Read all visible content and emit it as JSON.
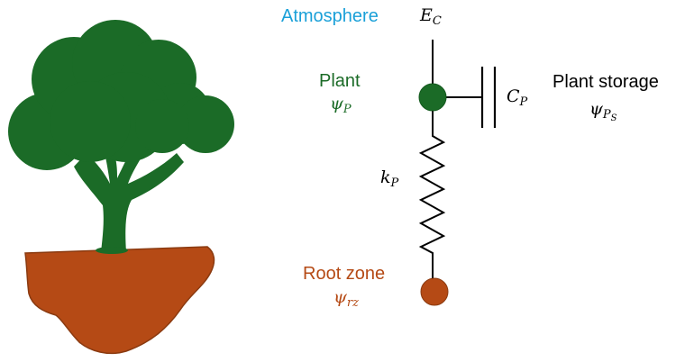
{
  "colors": {
    "atmosphere": "#1aa0d8",
    "plant": "#1b6b27",
    "root": "#b54a15",
    "soil_outline": "#8a3a10",
    "wire": "#000000"
  },
  "labels": {
    "atmosphere": "Atmosphere",
    "plant": "Plant",
    "plant_storage": "Plant storage",
    "root_zone": "Root zone"
  },
  "symbols": {
    "E_C": {
      "base": "E",
      "sub": "C"
    },
    "psi_P": {
      "base": "ψ",
      "sub": "P"
    },
    "C_P": {
      "base": "C",
      "sub": "P"
    },
    "psi_PS": {
      "base": "ψ",
      "sub": "P",
      "subsub": "S"
    },
    "k_P": {
      "base": "k",
      "sub": "P"
    },
    "psi_rz": {
      "base": "ψ",
      "sub": "rz"
    }
  },
  "icons": {
    "tree": "tree-icon",
    "soil": "soil-icon"
  }
}
